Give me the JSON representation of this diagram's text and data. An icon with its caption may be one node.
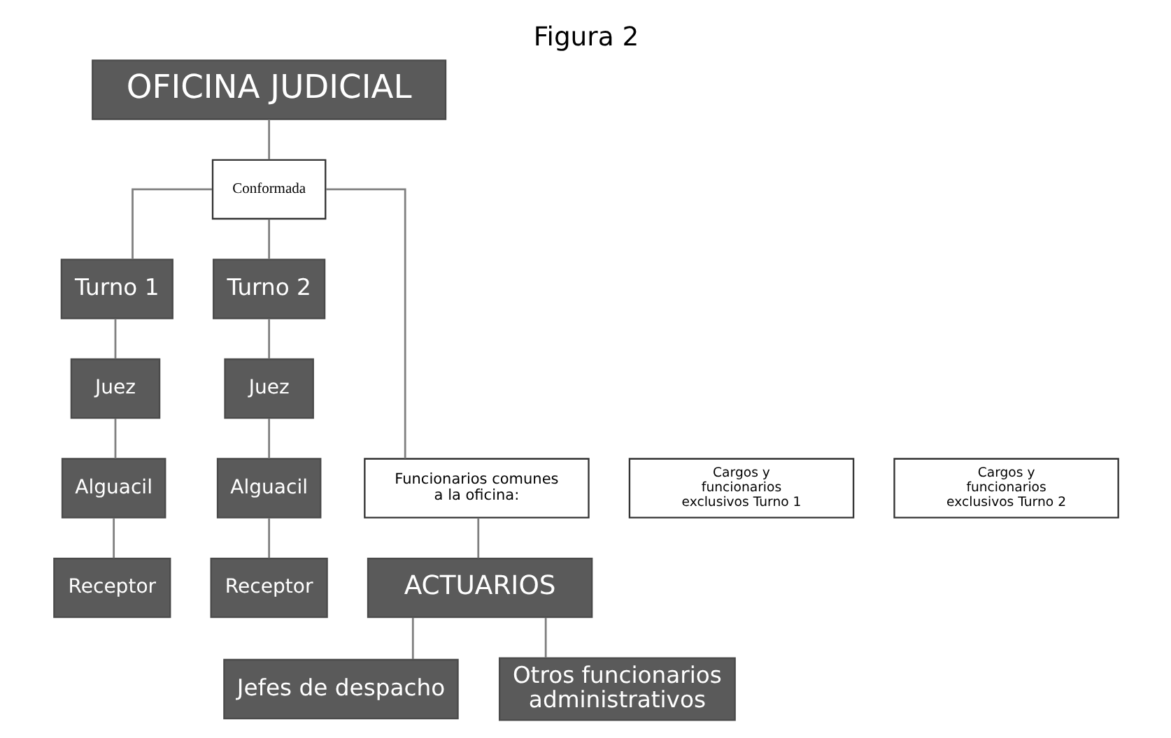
{
  "diagram": {
    "title": "Figura 2",
    "nodes": [
      {
        "text": [
          "OFICINA JUDICIAL"
        ]
      },
      {
        "text": [
          "Conformada"
        ]
      },
      {
        "text": [
          "Turno 1"
        ]
      },
      {
        "text": [
          "Turno 2"
        ]
      },
      {
        "text": [
          "Cargos y funcionarios exclusivos Turno 1"
        ]
      },
      {
        "text": [
          "Juez"
        ]
      },
      {
        "text": [
          "Alguacil"
        ]
      },
      {
        "text": [
          "Receptor"
        ]
      },
      {
        "text": [
          "Funcionarios comunes a la oficina:"
        ]
      },
      {
        "text": [
          "Juez"
        ]
      },
      {
        "text": [
          "Alguacil"
        ]
      },
      {
        "text": [
          "Receptor"
        ]
      },
      {
        "text": [
          "Cargos y funcionarios exclusivos Turno 2"
        ]
      },
      {
        "text": [
          "ACTUARIOS"
        ]
      },
      {
        "text": [
          "Jefes de despacho"
        ]
      },
      {
        "text": [
          "Otros funcionarios administrativos"
        ]
      }
    ],
    "edges": [
      {
        "from": 0,
        "to": 1,
        "arrow": "none"
      },
      {
        "from": 1,
        "to": 2,
        "arrow": "none"
      },
      {
        "from": 1,
        "to": 3,
        "arrow": "none"
      },
      {
        "from": 1,
        "to": 8,
        "arrow": "none"
      },
      {
        "from": 2,
        "to": 5,
        "arrow": "none"
      },
      {
        "from": 5,
        "to": 6,
        "arrow": "none"
      },
      {
        "from": 6,
        "to": 7,
        "arrow": "none"
      },
      {
        "from": 3,
        "to": 9,
        "arrow": "none"
      },
      {
        "from": 9,
        "to": 10,
        "arrow": "none"
      },
      {
        "from": 10,
        "to": 11,
        "arrow": "none"
      },
      {
        "from": 8,
        "to": 13,
        "arrow": "none"
      },
      {
        "from": 13,
        "to": 14,
        "arrow": "none"
      },
      {
        "from": 13,
        "to": 15,
        "arrow": "none"
      }
    ]
  }
}
